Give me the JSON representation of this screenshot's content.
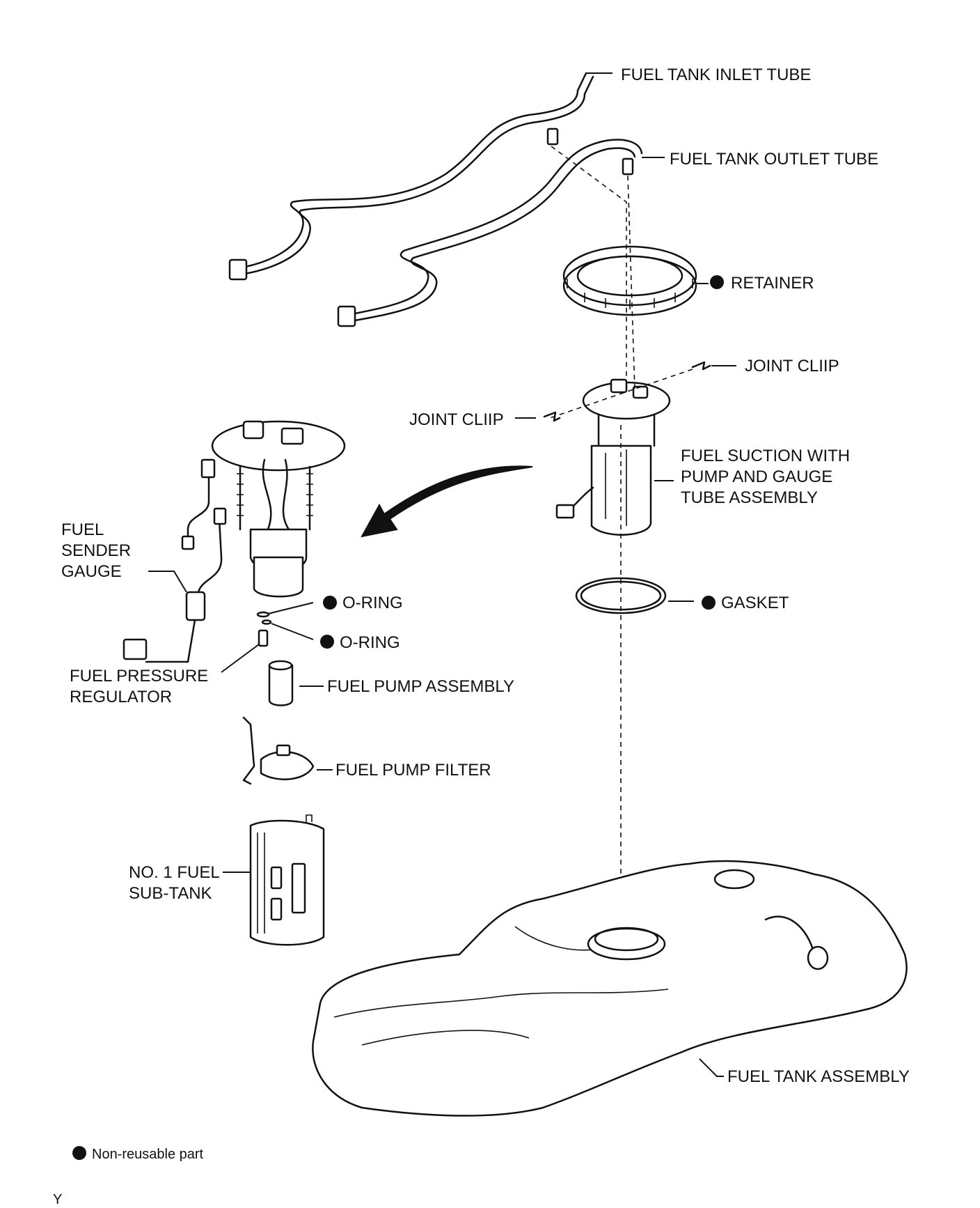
{
  "labels": {
    "fuel_tank_inlet_tube": "FUEL TANK INLET TUBE",
    "fuel_tank_outlet_tube": "FUEL TANK OUTLET TUBE",
    "retainer": "RETAINER",
    "joint_clip_right": "JOINT CLIIP",
    "joint_clip_left": "JOINT CLIIP",
    "suction_line1": "FUEL SUCTION WITH",
    "suction_line2": "PUMP AND GAUGE",
    "suction_line3": "TUBE ASSEMBLY",
    "sender_line1": "FUEL",
    "sender_line2": "SENDER",
    "sender_line3": "GAUGE",
    "oring_upper": "O-RING",
    "oring_lower": "O-RING",
    "gasket": "GASKET",
    "regulator_line1": "FUEL PRESSURE",
    "regulator_line2": "REGULATOR",
    "fuel_pump_assembly": "FUEL PUMP ASSEMBLY",
    "fuel_pump_filter": "FUEL PUMP FILTER",
    "subtank_line1": "NO. 1 FUEL",
    "subtank_line2": "SUB-TANK",
    "fuel_tank_assembly": "FUEL TANK ASSEMBLY"
  },
  "legend": {
    "text": "Non-reusable part"
  },
  "figure_code": "Y",
  "colors": {
    "ink": "#111111",
    "background": "#ffffff"
  }
}
